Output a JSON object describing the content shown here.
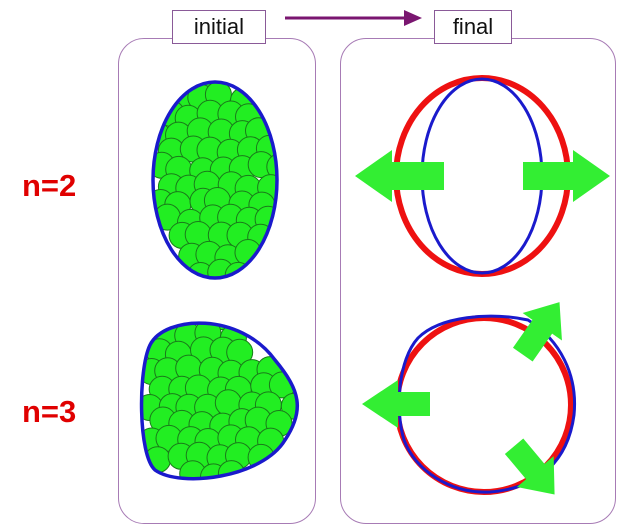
{
  "headers": {
    "initial": "initial",
    "final": "final"
  },
  "rows": [
    {
      "label": "n=2"
    },
    {
      "label": "n=3"
    }
  ],
  "colors": {
    "label": "#e00000",
    "panel_border": "#a77bb5",
    "arrow_purple": "#7a1670",
    "particle_fill": "#22ee22",
    "particle_stroke": "#1a7a1a",
    "initial_outline": "#1a1acc",
    "final_red": "#ee1111",
    "final_blue": "#1a1acc",
    "flow_arrow": "#33ee33"
  }
}
